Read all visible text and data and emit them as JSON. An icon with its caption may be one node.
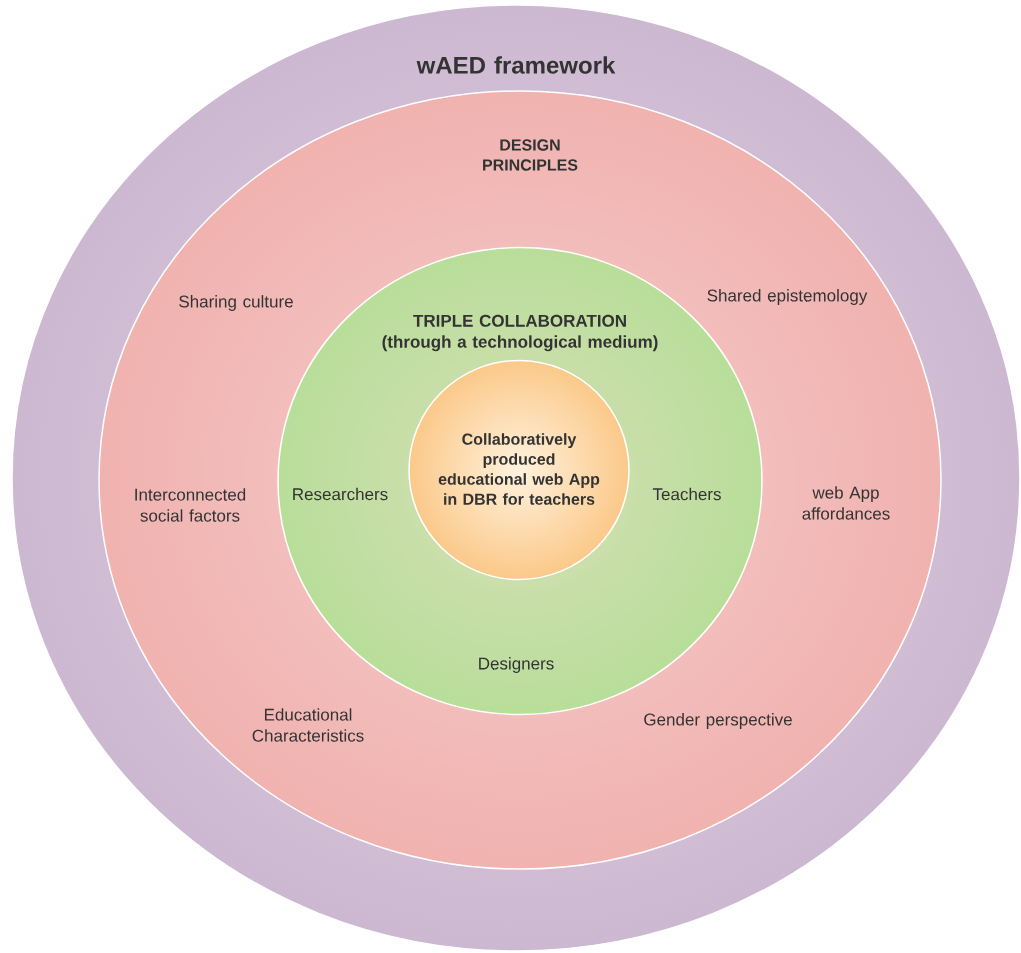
{
  "diagram": {
    "nodes": [
      {
        "text": [
          "wAED framework"
        ]
      },
      {
        "text": [
          "DESIGN PRINCIPLES",
          "Sharing culture",
          "Shared epistemology",
          "Interconnected social factors",
          "web App affordances",
          "Educational Characteristics",
          "Gender perspective"
        ],
        "in": 0
      },
      {
        "text": [
          "TRIPLE COLLABORATION (through a technological medium)",
          "Researchers",
          "Teachers",
          "Designers"
        ],
        "in": 1
      },
      {
        "text": [
          "Collaboratively produced educational web App in DBR for teachers"
        ],
        "in": 2
      }
    ],
    "edges": []
  }
}
